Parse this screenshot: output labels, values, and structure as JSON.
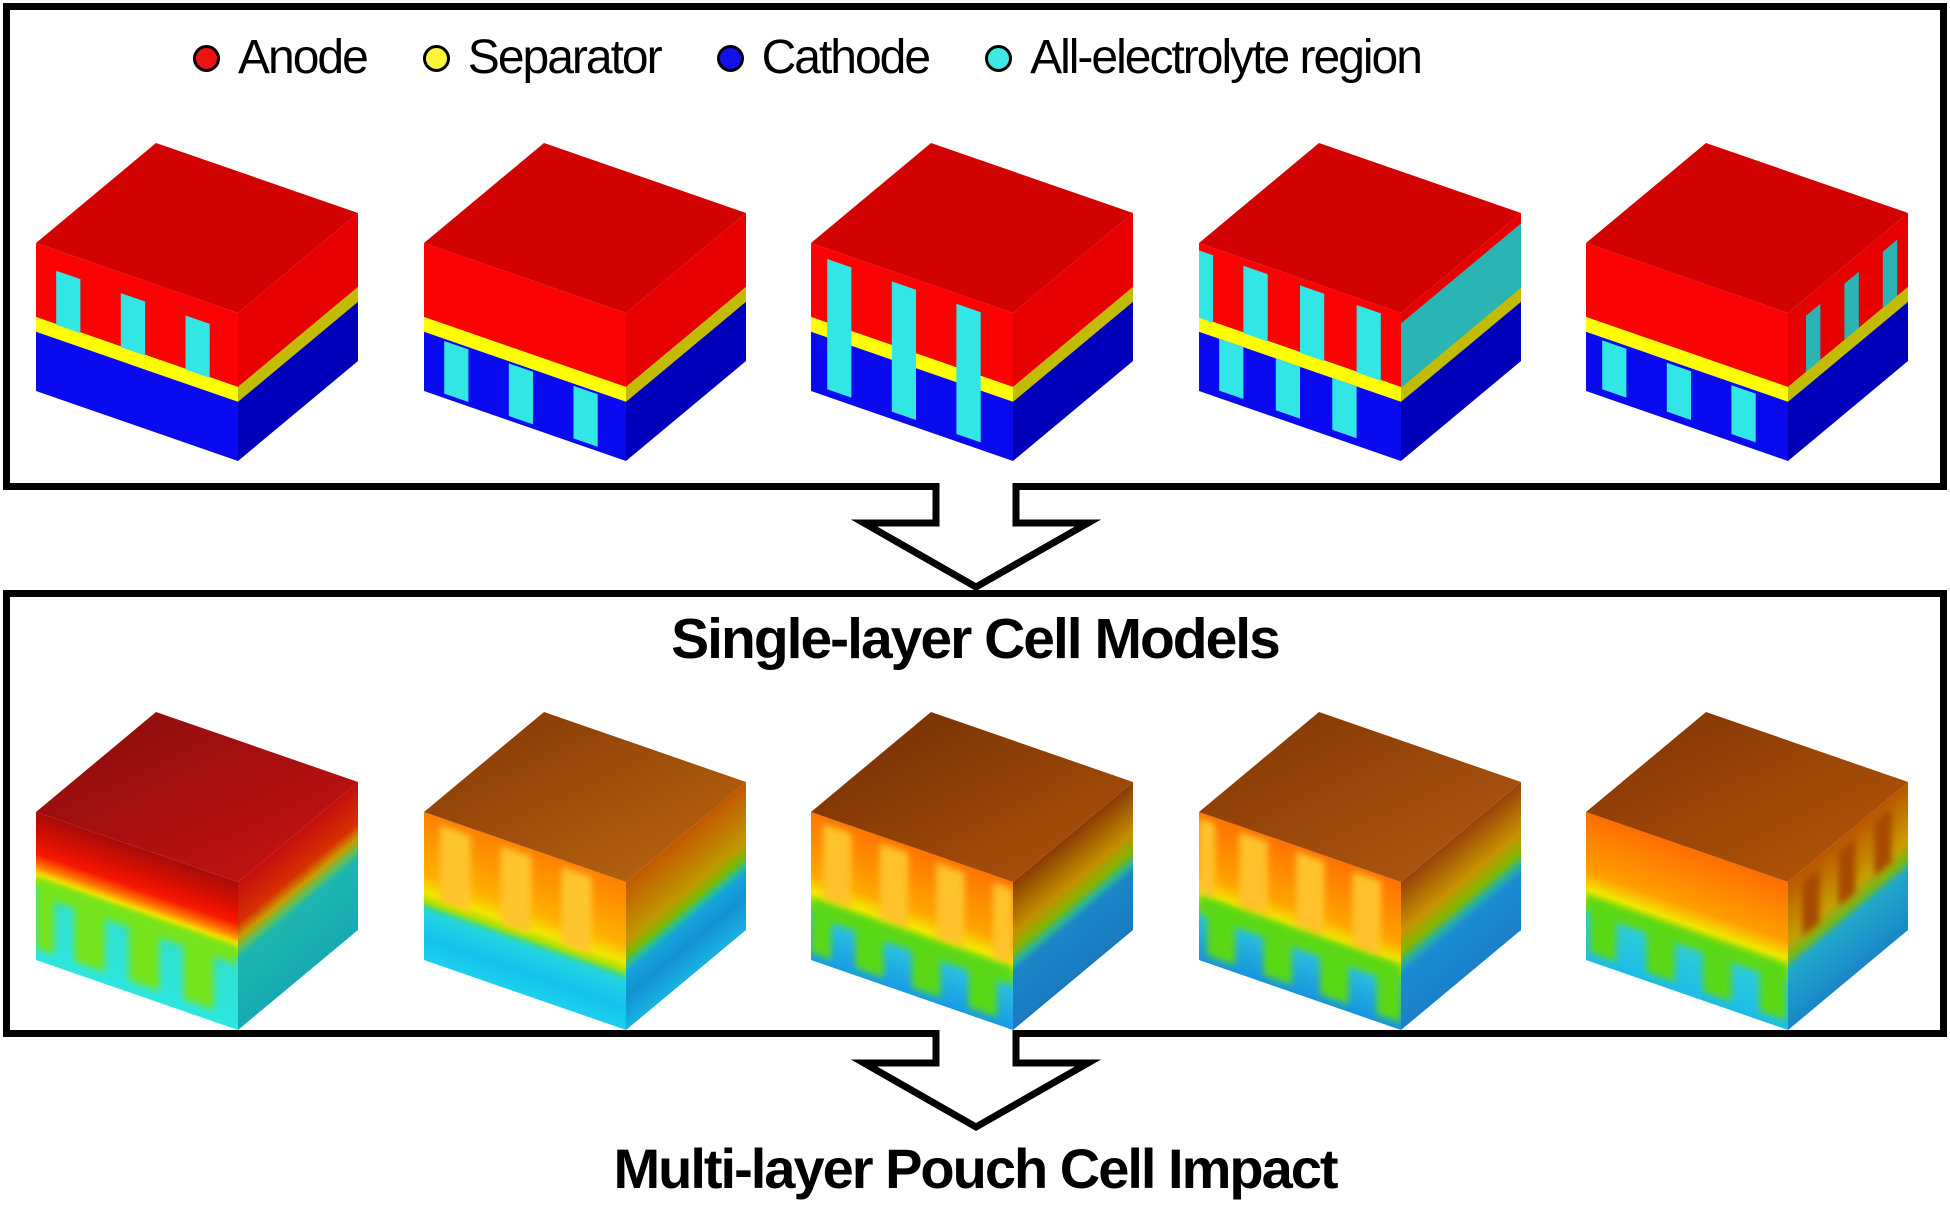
{
  "titles": {
    "middle_panel": "Single-layer Cell Models",
    "bottom": "Multi-layer Pouch Cell Impact"
  },
  "legend": {
    "items": [
      {
        "name": "anode",
        "label": "Anode",
        "color": "#ee1212"
      },
      {
        "name": "separator",
        "label": "Separator",
        "color": "#fdf63a"
      },
      {
        "name": "cathode",
        "label": "Cathode",
        "color": "#1212e8"
      },
      {
        "name": "all-electrolyte-region",
        "label": "All-electrolyte region",
        "color": "#40e8e4"
      }
    ]
  },
  "palette": {
    "anode_top": "#d30202",
    "anode_front": "#fb0303",
    "anode_side": "#e60000",
    "separator_front": "#ffff00",
    "separator_side": "#c2bc00",
    "cathode_front": "#0a0af0",
    "cathode_side": "#0000ba",
    "electrolyte_front": "#32e6e6",
    "electrolyte_side": "#2ab4b4",
    "panel_border": "#000000"
  },
  "structure_models": [
    {
      "name": "channels-in-anode",
      "front_channels": [
        [
          0.1,
          0.22,
          0.14,
          0.505
        ],
        [
          0.42,
          0.54,
          0.14,
          0.505
        ],
        [
          0.74,
          0.86,
          0.14,
          0.505
        ]
      ],
      "right_channels": [],
      "right_electrolyte_band": null
    },
    {
      "name": "channels-in-cathode",
      "front_channels": [
        [
          0.1,
          0.22,
          0.615,
          0.97
        ],
        [
          0.42,
          0.54,
          0.615,
          0.97
        ],
        [
          0.74,
          0.86,
          0.615,
          0.97
        ]
      ],
      "right_channels": [],
      "right_electrolyte_band": null
    },
    {
      "name": "channels-through-both-electrodes",
      "front_channels": [
        [
          0.08,
          0.2,
          0.07,
          0.95
        ],
        [
          0.4,
          0.52,
          0.07,
          0.95
        ],
        [
          0.72,
          0.84,
          0.07,
          0.95
        ]
      ],
      "right_channels": [],
      "right_electrolyte_band": null
    },
    {
      "name": "staggered-channels-with-electrolyte-side-region",
      "front_channels": [
        [
          0.0,
          0.07,
          0.05,
          0.505
        ],
        [
          0.22,
          0.34,
          0.05,
          0.505
        ],
        [
          0.5,
          0.62,
          0.05,
          0.505
        ],
        [
          0.78,
          0.9,
          0.05,
          0.505
        ],
        [
          0.1,
          0.22,
          0.6,
          0.95
        ],
        [
          0.38,
          0.5,
          0.6,
          0.95
        ],
        [
          0.66,
          0.78,
          0.6,
          0.95
        ]
      ],
      "right_channels": [],
      "right_electrolyte_band": [
        0.07,
        0.505
      ]
    },
    {
      "name": "crossed-channels-anode-side-cathode-front",
      "front_channels": [
        [
          0.08,
          0.2,
          0.62,
          0.95
        ],
        [
          0.4,
          0.52,
          0.62,
          0.95
        ],
        [
          0.72,
          0.84,
          0.62,
          0.95
        ]
      ],
      "right_channels": [
        [
          0.15,
          0.27,
          0.12,
          0.5
        ],
        [
          0.47,
          0.59,
          0.12,
          0.5
        ],
        [
          0.79,
          0.91,
          0.12,
          0.5
        ]
      ],
      "right_electrolyte_band": null
    }
  ],
  "heatmap_models": [
    {
      "name": "simulated-cell-1",
      "top": [
        [
          0,
          "#930e0e"
        ],
        [
          1,
          "#bd1210"
        ]
      ],
      "front_stops": [
        [
          0,
          "#a80c0c"
        ],
        [
          0.15,
          "#d40e00"
        ],
        [
          0.28,
          "#f81800"
        ],
        [
          0.36,
          "#ff7a00"
        ],
        [
          0.42,
          "#ffe400"
        ],
        [
          0.47,
          "#a6e000"
        ],
        [
          0.52,
          "#30e0cc"
        ],
        [
          1,
          "#2ce6e0"
        ]
      ],
      "right_stops": [
        [
          0,
          "#c40e0e"
        ],
        [
          0.28,
          "#d83000"
        ],
        [
          0.38,
          "#c89c00"
        ],
        [
          0.46,
          "#58c060"
        ],
        [
          0.52,
          "#1eb6ae"
        ],
        [
          1,
          "#16aab2"
        ]
      ],
      "front_channels": null,
      "right_channels": null,
      "fingers": {
        "color": "#74e41c",
        "band": [
          0.44,
          0.56
        ],
        "tip": 0.92,
        "u": [
          [
            0,
            0.09
          ],
          [
            0.19,
            0.34
          ],
          [
            0.46,
            0.61
          ],
          [
            0.73,
            0.88
          ]
        ]
      }
    },
    {
      "name": "simulated-cell-2",
      "top": [
        [
          0,
          "#8c3e06"
        ],
        [
          1,
          "#b26010"
        ]
      ],
      "front_stops": [
        [
          0,
          "#ff8000"
        ],
        [
          0.42,
          "#ffb000"
        ],
        [
          0.54,
          "#f2e600"
        ],
        [
          0.6,
          "#a8e200"
        ],
        [
          0.645,
          "#38d8a0"
        ],
        [
          0.68,
          "#22d4e4"
        ],
        [
          0.85,
          "#14c2ea"
        ],
        [
          1,
          "#1cd0ee"
        ]
      ],
      "right_stops": [
        [
          0,
          "#c25800"
        ],
        [
          0.4,
          "#bf9800"
        ],
        [
          0.5,
          "#7cb800"
        ],
        [
          0.565,
          "#2abf94"
        ],
        [
          0.62,
          "#14a2da"
        ],
        [
          0.78,
          "#1292d2"
        ],
        [
          1,
          "#1ab2e2"
        ]
      ],
      "front_channels": {
        "color": "#ffc52e",
        "rects": [
          [
            0.08,
            0.23,
            0.05,
            0.57
          ],
          [
            0.38,
            0.53,
            0.05,
            0.57
          ],
          [
            0.68,
            0.83,
            0.05,
            0.57
          ]
        ]
      },
      "right_channels": null,
      "fingers": null
    },
    {
      "name": "simulated-cell-3",
      "top": [
        [
          0,
          "#7c3404"
        ],
        [
          1,
          "#a64e08"
        ]
      ],
      "front_stops": [
        [
          0,
          "#ff7400"
        ],
        [
          0.42,
          "#ffa600"
        ],
        [
          0.54,
          "#f6e800"
        ],
        [
          0.6,
          "#b8e400"
        ],
        [
          0.68,
          "#2cc4e0"
        ],
        [
          1,
          "#169ce6"
        ]
      ],
      "right_stops": [
        [
          0,
          "#8a3a04"
        ],
        [
          0.34,
          "#c48e00"
        ],
        [
          0.47,
          "#84b400"
        ],
        [
          0.545,
          "#2eb690"
        ],
        [
          0.61,
          "#1a86c8"
        ],
        [
          1,
          "#1a7ac0"
        ]
      ],
      "front_channels": {
        "color": "#ffc22a",
        "rects": [
          [
            0.06,
            0.2,
            0.05,
            0.56
          ],
          [
            0.34,
            0.48,
            0.05,
            0.56
          ],
          [
            0.62,
            0.76,
            0.05,
            0.56
          ],
          [
            0.9,
            1.0,
            0.05,
            0.56
          ]
        ]
      },
      "right_channels": null,
      "fingers": {
        "color": "#5ad816",
        "band": [
          0.58,
          0.7
        ],
        "tip": 0.95,
        "u": [
          [
            0,
            0.1
          ],
          [
            0.22,
            0.36
          ],
          [
            0.5,
            0.64
          ],
          [
            0.78,
            0.92
          ]
        ]
      }
    },
    {
      "name": "simulated-cell-4",
      "top": [
        [
          0,
          "#8a3c05"
        ],
        [
          1,
          "#aa5410"
        ]
      ],
      "front_stops": [
        [
          0,
          "#ff7200"
        ],
        [
          0.42,
          "#ffa400"
        ],
        [
          0.54,
          "#f4e600"
        ],
        [
          0.61,
          "#acdc00"
        ],
        [
          0.69,
          "#2ac0dc"
        ],
        [
          1,
          "#1694e0"
        ]
      ],
      "right_stops": [
        [
          0,
          "#96420a"
        ],
        [
          0.34,
          "#c89200"
        ],
        [
          0.48,
          "#80b800"
        ],
        [
          0.56,
          "#28b0a4"
        ],
        [
          0.63,
          "#1a8cd2"
        ],
        [
          1,
          "#1a80c8"
        ]
      ],
      "front_channels": {
        "color": "#ffc22a",
        "rects": [
          [
            0.0,
            0.08,
            0.04,
            0.55
          ],
          [
            0.2,
            0.34,
            0.04,
            0.55
          ],
          [
            0.48,
            0.62,
            0.04,
            0.55
          ],
          [
            0.76,
            0.9,
            0.04,
            0.55
          ]
        ]
      },
      "right_channels": null,
      "fingers": {
        "color": "#5ad816",
        "band": [
          0.56,
          0.69
        ],
        "tip": 0.95,
        "u": [
          [
            0.04,
            0.18
          ],
          [
            0.32,
            0.46
          ],
          [
            0.6,
            0.74
          ],
          [
            0.88,
            1.0
          ]
        ]
      }
    },
    {
      "name": "simulated-cell-5",
      "top": [
        [
          0,
          "#8a3a05"
        ],
        [
          1,
          "#ac5208"
        ]
      ],
      "front_stops": [
        [
          0,
          "#ff6e00"
        ],
        [
          0.4,
          "#ff9e00"
        ],
        [
          0.52,
          "#f2e600"
        ],
        [
          0.6,
          "#a6de00"
        ],
        [
          0.68,
          "#2eccd8"
        ],
        [
          1,
          "#1cbce8"
        ]
      ],
      "right_stops": [
        [
          0,
          "#ba5600"
        ],
        [
          0.4,
          "#c89e00"
        ],
        [
          0.52,
          "#74b81a"
        ],
        [
          0.6,
          "#20a8ca"
        ],
        [
          1,
          "#1a86c8"
        ]
      ],
      "front_channels": null,
      "right_channels": {
        "color": "#a64a00",
        "rects": [
          [
            0.12,
            0.26,
            0.08,
            0.45
          ],
          [
            0.42,
            0.56,
            0.08,
            0.45
          ],
          [
            0.72,
            0.86,
            0.08,
            0.45
          ]
        ]
      },
      "fingers": {
        "color": "#5ad816",
        "band": [
          0.56,
          0.67
        ],
        "tip": 0.94,
        "u": [
          [
            0.02,
            0.15
          ],
          [
            0.3,
            0.44
          ],
          [
            0.58,
            0.72
          ],
          [
            0.86,
            0.99
          ]
        ]
      }
    }
  ]
}
